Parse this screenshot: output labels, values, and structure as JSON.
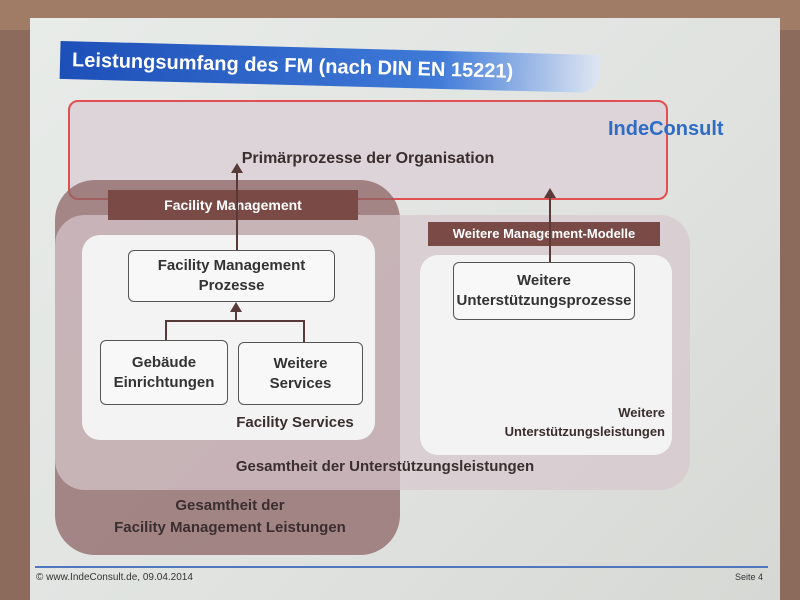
{
  "title": "Leistungsumfang des FM (nach DIN EN 15221)",
  "logo": "IndeConsult",
  "primary": "Primärprozesse der Organisation",
  "fm_label": "Facility Management",
  "wmm_label": "Weitere Management-Modelle",
  "fm_prozesse": [
    "Facility Management",
    "Prozesse"
  ],
  "weitere_prozesse": [
    "Weitere",
    "Unterstützungsprozesse"
  ],
  "gebaeude": [
    "Gebäude",
    "Einrichtungen"
  ],
  "weitere_services": [
    "Weitere",
    "Services"
  ],
  "facility_services": "Facility Services",
  "weitere_leistungen": [
    "Weitere",
    "Unterstützungsleistungen"
  ],
  "gesamt_unterstuetzung": "Gesamtheit der Unterstützungsleistungen",
  "gesamt_fm": [
    "Gesamtheit der",
    "Facility Management Leistungen"
  ],
  "footer": {
    "left": "© www.IndeConsult.de, 09.04.2014",
    "right": "Seite 4"
  },
  "colors": {
    "title_blue": "#1d4fb8",
    "brown": "#7a4a46",
    "red_border": "#e05050"
  }
}
